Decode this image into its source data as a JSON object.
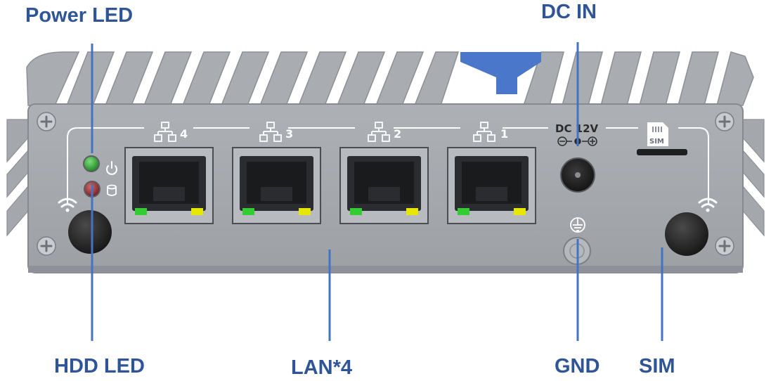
{
  "callouts": {
    "power_led": "Power LED",
    "hdd_led": "HDD LED",
    "lan": "LAN*4",
    "dc_in": "DC IN",
    "gnd": "GND",
    "sim": "SIM"
  },
  "panel": {
    "ports": [
      {
        "label": "4"
      },
      {
        "label": "3"
      },
      {
        "label": "2"
      },
      {
        "label": "1"
      }
    ],
    "dc_label": "DC 12V",
    "sim_slot_label": "SIM"
  },
  "colors": {
    "callout_text": "#2f5597",
    "callout_line": "#4472c4",
    "chassis": "#a7abb0",
    "accent_blue": "#4a77c9",
    "led_power": "#2fa02f",
    "led_hdd": "#a02a2a",
    "port_led_green": "#33cc33",
    "port_led_yellow": "#e6e600"
  },
  "icons": [
    "power-icon",
    "hdd-icon",
    "wifi-icon",
    "network-icon",
    "ground-icon",
    "sim-card-icon"
  ]
}
